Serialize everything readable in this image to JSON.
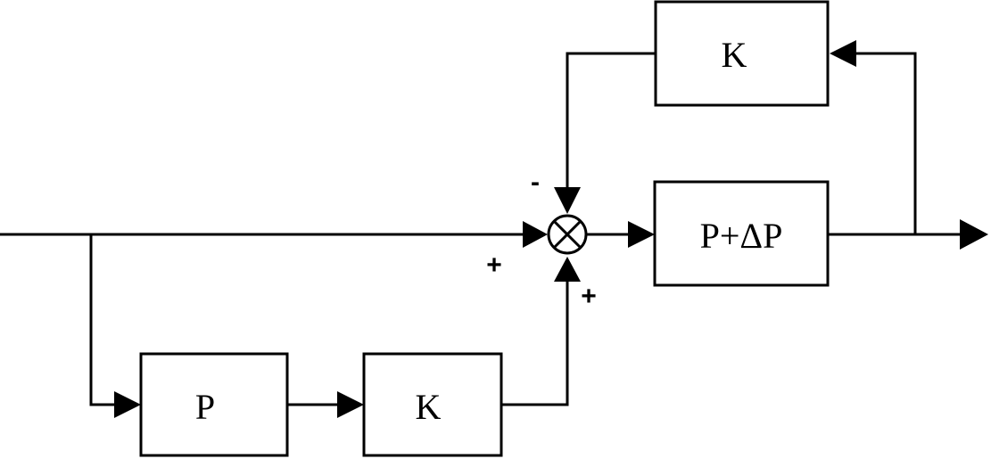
{
  "blocks": {
    "feedback_block": {
      "label": "K"
    },
    "plant_perturbed_block": {
      "label": "P+ΔP"
    },
    "model_block": {
      "label": "P"
    },
    "controller_block": {
      "label": "K"
    }
  },
  "summing_junction": {
    "feedback_sign": "-",
    "input_sign": "+",
    "feedforward_sign": "+"
  },
  "colors": {
    "stroke": "#000000",
    "background": "#ffffff"
  }
}
